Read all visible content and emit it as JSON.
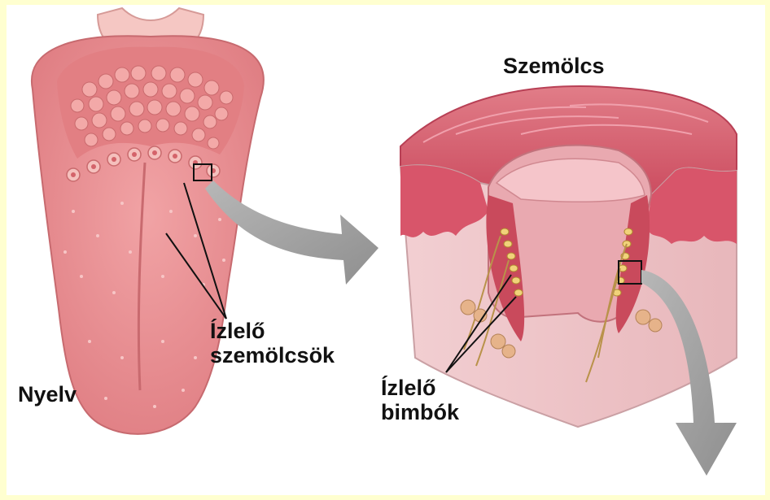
{
  "labels": {
    "papilla": "Szemölcs",
    "papillae_line1": "Ízlelő",
    "papillae_line2": "szemölcsök",
    "tongue": "Nyelv",
    "taste_buds_line1": "Ízlelő",
    "taste_buds_line2": "bimbók"
  },
  "colors": {
    "background": "#ffffd0",
    "tongue_fill": "#e88b8e",
    "tissue_fill": "#efc3c6",
    "epithelium": "#d94f5f",
    "taste_bud": "#f1d27a",
    "arrow": "#9e9e9e",
    "label_text": "#111111"
  }
}
